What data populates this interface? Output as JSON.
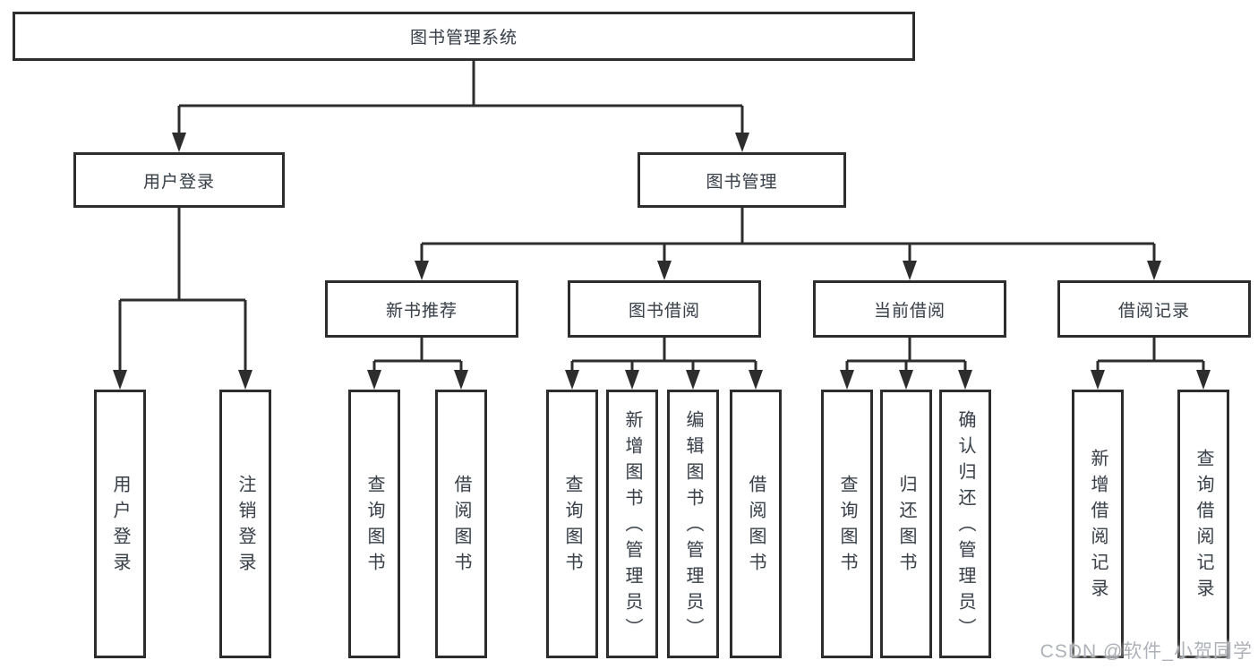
{
  "tree": {
    "root": {
      "label": "图书管理系统"
    },
    "children": [
      {
        "label": "用户登录",
        "children": [
          {
            "label": "用户登录"
          },
          {
            "label": "注销登录"
          }
        ]
      },
      {
        "label": "图书管理",
        "children": [
          {
            "label": "新书推荐",
            "children": [
              {
                "label": "查询图书"
              },
              {
                "label": "借阅图书"
              }
            ]
          },
          {
            "label": "图书借阅",
            "children": [
              {
                "label": "查询图书"
              },
              {
                "label": "新增图书（管理员）"
              },
              {
                "label": "编辑图书（管理员）"
              },
              {
                "label": "借阅图书"
              }
            ]
          },
          {
            "label": "当前借阅",
            "children": [
              {
                "label": "查询图书"
              },
              {
                "label": "归还图书"
              },
              {
                "label": "确认归还（管理员）"
              }
            ]
          },
          {
            "label": "借阅记录",
            "children": [
              {
                "label": "新增借阅记录"
              },
              {
                "label": "查询借阅记录"
              }
            ]
          }
        ]
      }
    ]
  },
  "watermark": {
    "text": "CSDN @软件_小贺同学"
  },
  "colors": {
    "line": "#2d2d2d",
    "text": "#3d4249",
    "watermark": "#aeb2b8",
    "background": "#ffffff"
  }
}
